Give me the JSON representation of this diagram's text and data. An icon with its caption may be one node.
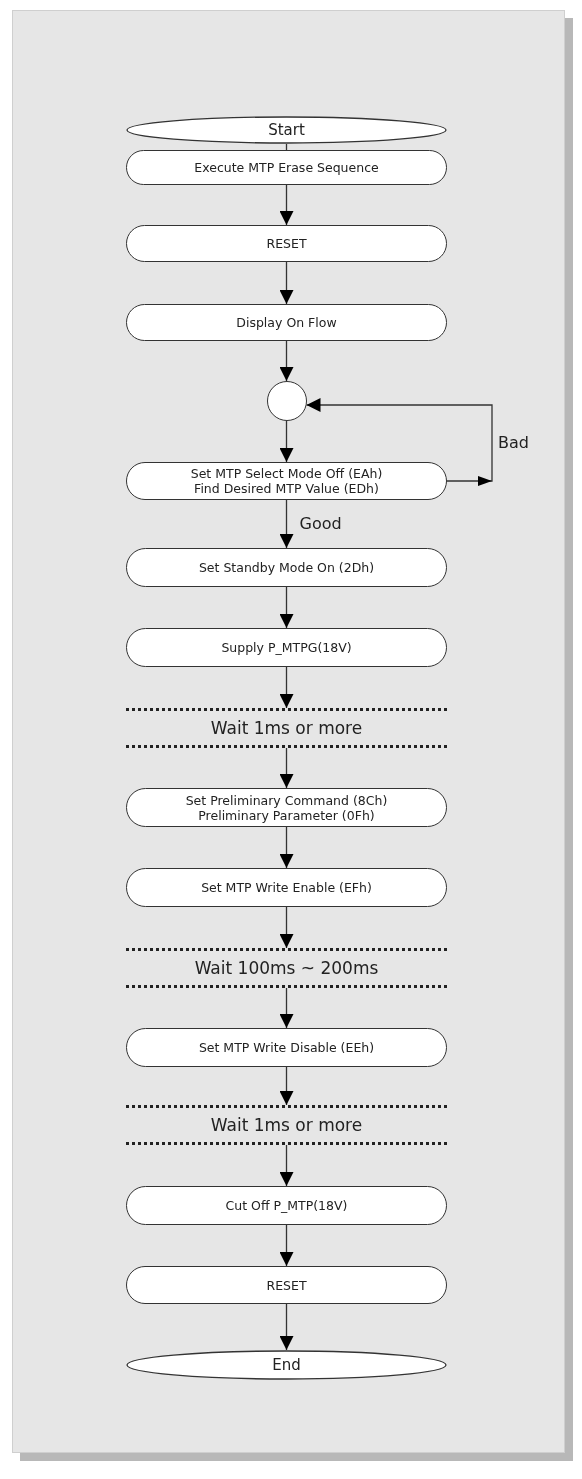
{
  "diagram": {
    "nodes": [
      {
        "text": [
          "Start"
        ]
      },
      {
        "text": [
          "Execute MTP Erase Sequence"
        ]
      },
      {
        "text": [
          "RESET"
        ]
      },
      {
        "text": [
          "Display On Flow"
        ]
      },
      {
        "text": [],
        "shape": "circle"
      },
      {
        "text": [
          "Set MTP Select Mode Off (EAh)",
          "Find Desired MTP Value (EDh)"
        ]
      },
      {
        "text": [
          "Set Standby Mode On (2Dh)"
        ]
      },
      {
        "text": [
          "Supply P_MTPG(18V)"
        ]
      },
      {
        "text": [
          "Wait 1ms or more"
        ]
      },
      {
        "text": [
          "Set Preliminary Command (8Ch)",
          "Preliminary Parameter (0Fh)"
        ]
      },
      {
        "text": [
          "Set MTP Write Enable (EFh)"
        ]
      },
      {
        "text": [
          "Wait 100ms ~ 200ms"
        ]
      },
      {
        "text": [
          "Set MTP Write Disable (EEh)"
        ]
      },
      {
        "text": [
          "Wait 1ms or more"
        ]
      },
      {
        "text": [
          "Cut Off P_MTP(18V)"
        ]
      },
      {
        "text": [
          "RESET"
        ]
      },
      {
        "text": [
          "End"
        ]
      }
    ],
    "edges": [
      {
        "from": 0,
        "to": 1,
        "arrow": "none"
      },
      {
        "from": 1,
        "to": 2,
        "arrow": "to"
      },
      {
        "from": 2,
        "to": 3,
        "arrow": "to"
      },
      {
        "from": 3,
        "to": 4,
        "arrow": "to"
      },
      {
        "from": 4,
        "to": 5,
        "arrow": "to"
      },
      {
        "from": 5,
        "to": 4,
        "arrow": "to",
        "label": "Bad"
      },
      {
        "from": 5,
        "to": 6,
        "arrow": "to",
        "label": "Good"
      },
      {
        "from": 6,
        "to": 7,
        "arrow": "to"
      },
      {
        "from": 7,
        "to": 8,
        "arrow": "to"
      },
      {
        "from": 8,
        "to": 9,
        "arrow": "to"
      },
      {
        "from": 9,
        "to": 10,
        "arrow": "to"
      },
      {
        "from": 10,
        "to": 11,
        "arrow": "to"
      },
      {
        "from": 11,
        "to": 12,
        "arrow": "to"
      },
      {
        "from": 12,
        "to": 13,
        "arrow": "to"
      },
      {
        "from": 13,
        "to": 14,
        "arrow": "to"
      },
      {
        "from": 14,
        "to": 15,
        "arrow": "to"
      },
      {
        "from": 15,
        "to": 16,
        "arrow": "to"
      }
    ]
  }
}
